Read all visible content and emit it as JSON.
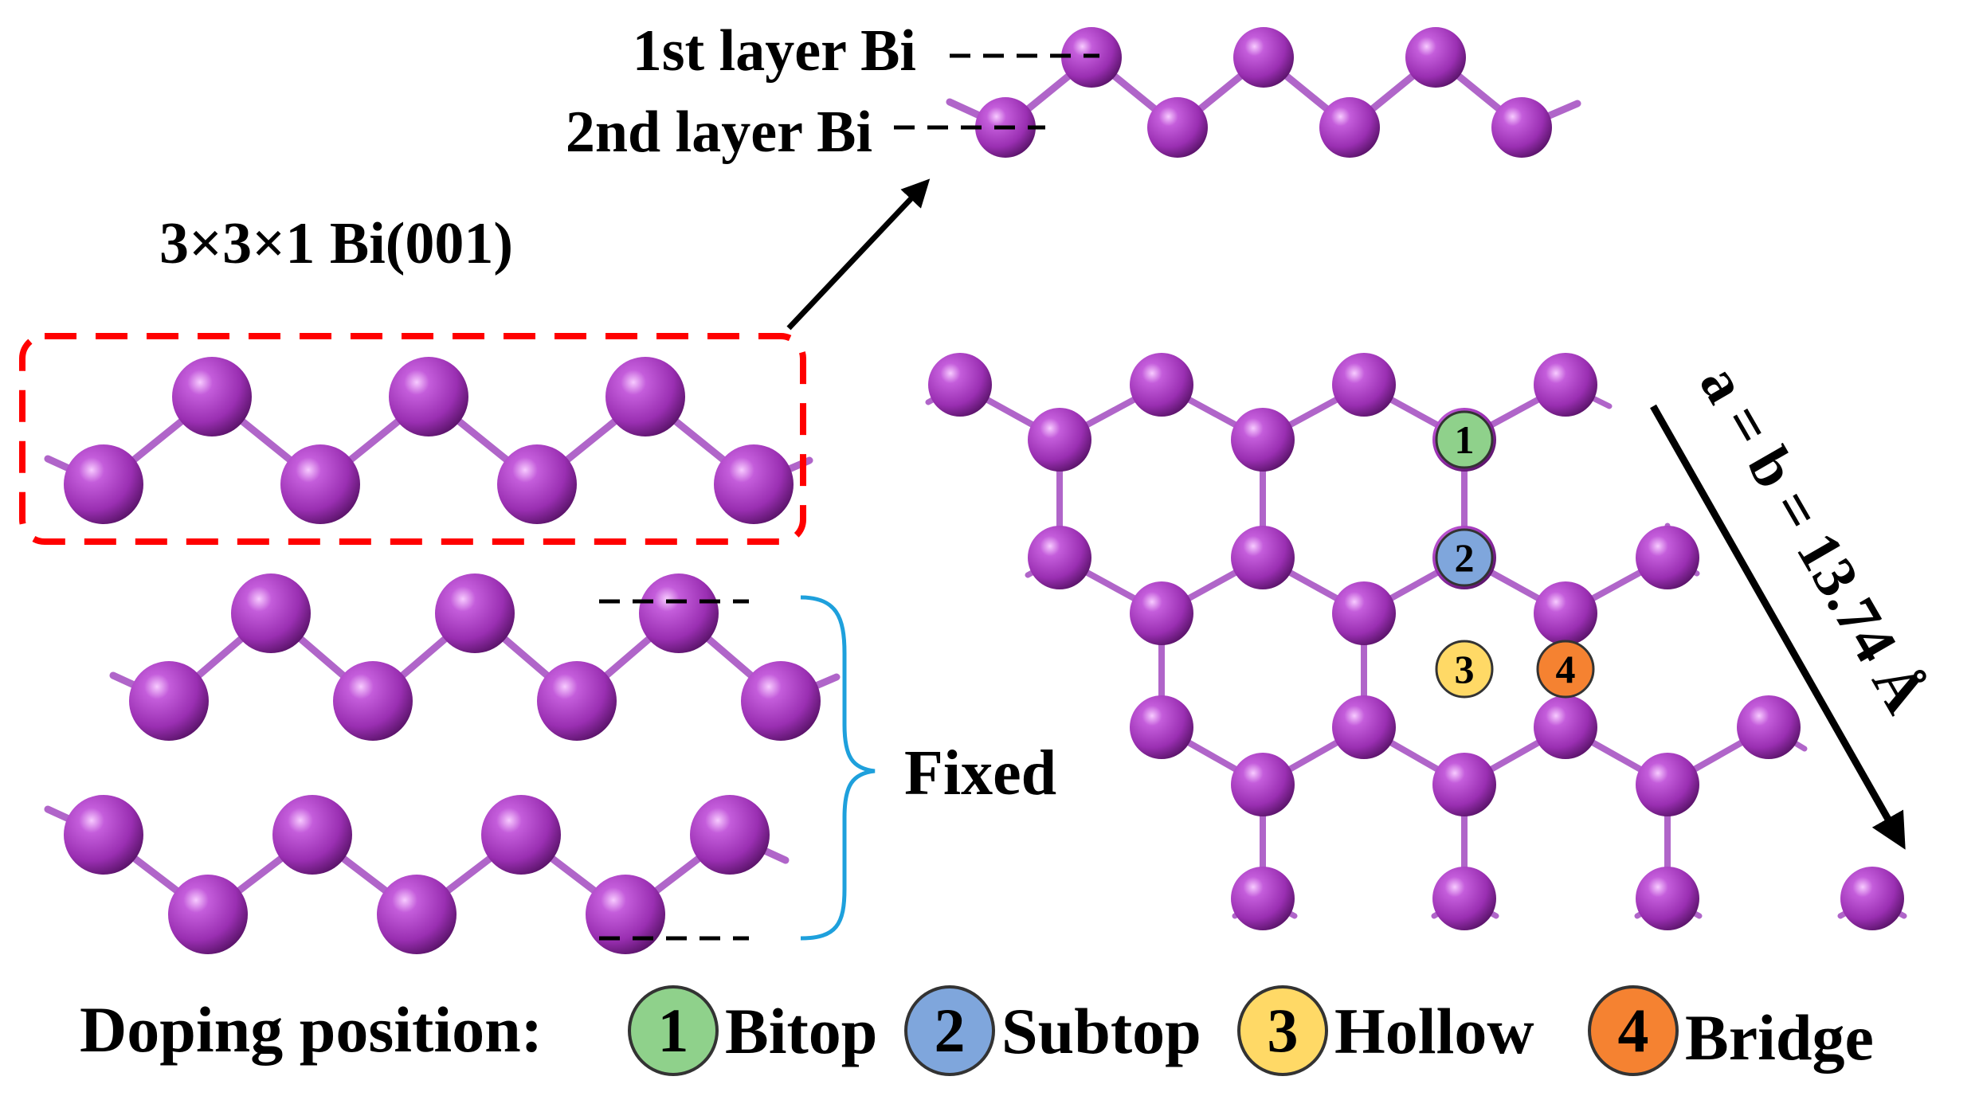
{
  "labels": {
    "first_layer": "1st layer Bi",
    "second_layer": "2nd layer Bi",
    "supercell": "3×3×1 Bi(001)",
    "fixed": "Fixed",
    "lattice": "a = b = 13.74 Å",
    "legend_title": "Doping position:"
  },
  "sites": [
    {
      "num": "1",
      "name": "Bitop",
      "color": "#8fd18b"
    },
    {
      "num": "2",
      "name": "Subtop",
      "color": "#7fa6dc"
    },
    {
      "num": "3",
      "name": "Hollow",
      "color": "#ffd966"
    },
    {
      "num": "4",
      "name": "Bridge",
      "color": "#f58231"
    }
  ],
  "colors": {
    "atom": "#a039b8",
    "bond": "#b065c9",
    "highlight_box": "#ff0000",
    "fixed_brace": "#1ea0dc"
  }
}
